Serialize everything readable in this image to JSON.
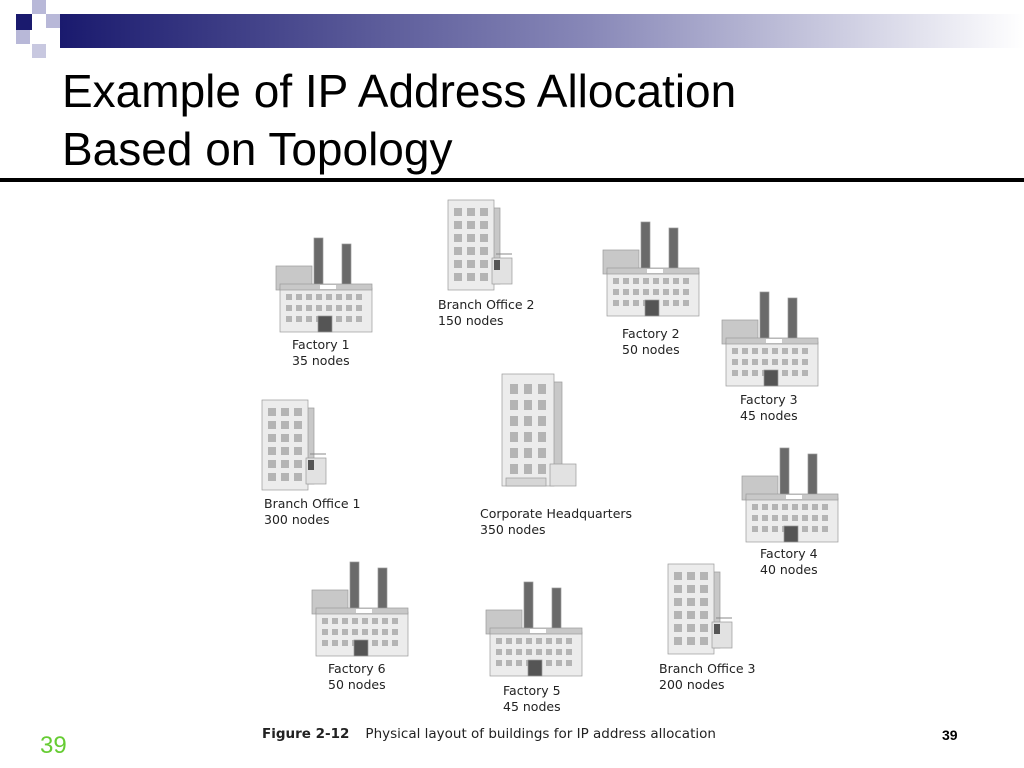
{
  "slide": {
    "title_line1": "Example of IP Address Allocation",
    "title_line2": "Based on Topology",
    "slide_number": "39",
    "page_number": "39"
  },
  "figure": {
    "label": "Figure 2-12",
    "caption": "Physical layout of buildings for IP address allocation",
    "buildings": [
      {
        "id": "branch-office-2",
        "kind": "office",
        "name": "Branch Office 2",
        "nodes": "150 nodes"
      },
      {
        "id": "factory-1",
        "kind": "factory",
        "name": "Factory 1",
        "nodes": "35 nodes"
      },
      {
        "id": "factory-2",
        "kind": "factory",
        "name": "Factory 2",
        "nodes": "50 nodes"
      },
      {
        "id": "factory-3",
        "kind": "factory",
        "name": "Factory 3",
        "nodes": "45 nodes"
      },
      {
        "id": "branch-office-1",
        "kind": "office",
        "name": "Branch Office 1",
        "nodes": "300 nodes"
      },
      {
        "id": "corporate-headquarters",
        "kind": "hq",
        "name": "Corporate Headquarters",
        "nodes": "350 nodes"
      },
      {
        "id": "factory-4",
        "kind": "factory",
        "name": "Factory 4",
        "nodes": "40 nodes"
      },
      {
        "id": "factory-6",
        "kind": "factory",
        "name": "Factory 6",
        "nodes": "50 nodes"
      },
      {
        "id": "factory-5",
        "kind": "factory",
        "name": "Factory 5",
        "nodes": "45 nodes"
      },
      {
        "id": "branch-office-3",
        "kind": "office",
        "name": "Branch Office 3",
        "nodes": "200 nodes"
      }
    ]
  },
  "colors": {
    "band_dark": "#1a1a6e",
    "accent_green": "#66cc33",
    "building_face": "#ececec",
    "building_side": "#c8c8c8",
    "window": "#b4b4b4",
    "door": "#555555",
    "stack": "#6a6a6a"
  }
}
